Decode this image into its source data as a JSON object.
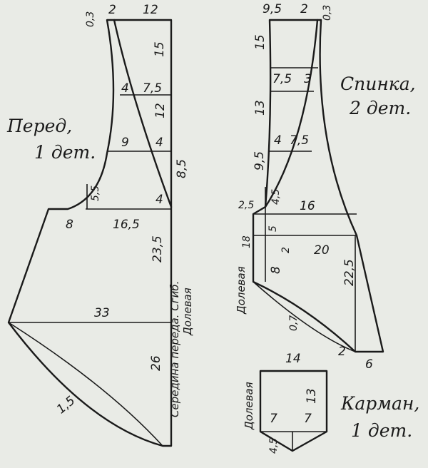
{
  "front": {
    "title_1": "Перед,",
    "title_2": "1 дет.",
    "fold_label_1": "Середина переда. Сгиб.",
    "fold_label_2": "Долевая",
    "dims": {
      "d_03": "0,3",
      "d_2": "2",
      "d_12_top": "12",
      "d_15": "15",
      "d_4": "4",
      "d_75": "7,5",
      "d_12": "12",
      "d_9": "9",
      "d_4b": "4",
      "d_85": "8,5",
      "d_55": "5,5",
      "d_4c": "4",
      "d_8": "8",
      "d_165": "16,5",
      "d_235": "23,5",
      "d_33": "33",
      "d_26": "26",
      "d_15b": "1,5"
    }
  },
  "back": {
    "title_1": "Спинка,",
    "title_2": "2 дет.",
    "grain_label": "Долевая",
    "dims": {
      "d_95": "9,5",
      "d_2": "2",
      "d_03": "0,3",
      "d_15": "15",
      "d_75": "7,5",
      "d_3": "3",
      "d_13": "13",
      "d_4": "4",
      "d_75b": "7,5",
      "d_95b": "9,5",
      "d_25": "2,5",
      "d_45": "4,5",
      "d_16": "16",
      "d_18": "18",
      "d_5": "5",
      "d_2b": "2",
      "d_20": "20",
      "d_8": "8",
      "d_225": "22,5",
      "d_07": "0,7",
      "d_2c": "2",
      "d_6": "6"
    }
  },
  "pocket": {
    "title_1": "Карман,",
    "title_2": "1 дет.",
    "grain_label": "Долевая",
    "dims": {
      "d_14": "14",
      "d_13": "13",
      "d_7a": "7",
      "d_7b": "7",
      "d_45": "4,5"
    }
  }
}
